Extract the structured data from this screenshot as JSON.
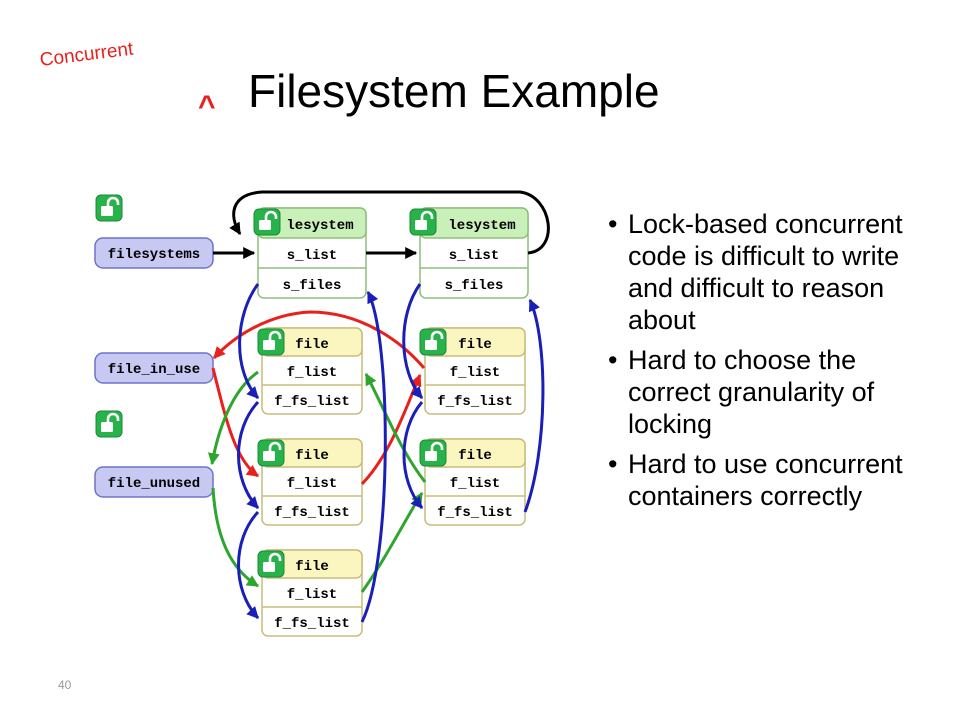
{
  "slide": {
    "insert_word": "Concurrent",
    "caret": "^",
    "title": "Filesystem Example",
    "page_number": "40"
  },
  "diagram": {
    "roots": {
      "filesystems": "filesystems",
      "file_in_use": "file_in_use",
      "file_unused": "file_unused"
    },
    "fs_box": {
      "header": "lesystem",
      "field1": "s_list",
      "field2": "s_files"
    },
    "file_box": {
      "header": "file",
      "field1": "f_list",
      "field2": "f_fs_list"
    },
    "colors": {
      "root_fill": "#c7c9f3",
      "fs_header": "#c9f0b9",
      "file_header": "#fbf6bf",
      "lock_green": "#27b34a",
      "arrow_red": "#e8211c",
      "arrow_green": "#2ea52c",
      "arrow_blue": "#1a1fb8"
    },
    "icons": {
      "lock": "unlocked-padlock-icon"
    }
  },
  "bullets": [
    "Lock-based concurrent code is difficult to write and difficult to reason about",
    "Hard to choose the correct granularity of locking",
    "Hard to use concurrent containers correctly"
  ]
}
